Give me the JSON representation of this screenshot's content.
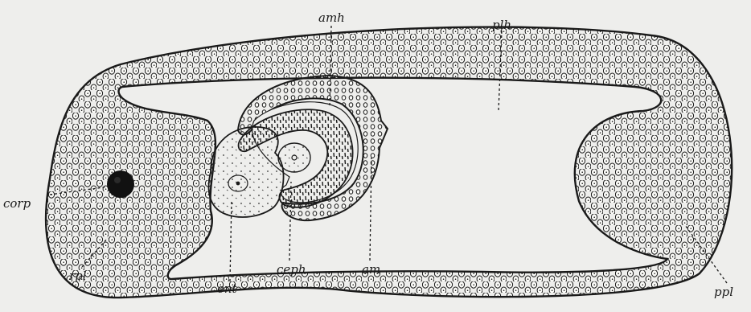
{
  "figure": {
    "background": "#eeeeec",
    "ink": "#1a1a1a",
    "labels": {
      "amh": "amh",
      "plh": "plh",
      "corp": "corp",
      "rpl": "rpl",
      "ent": "ent",
      "ceph": "ceph",
      "am": "am",
      "ppl": "ppl"
    }
  }
}
